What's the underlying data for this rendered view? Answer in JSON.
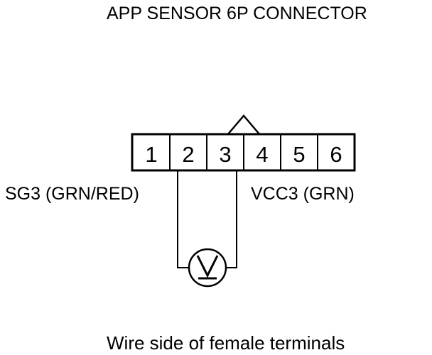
{
  "title": "APP SENSOR 6P CONNECTOR",
  "connector": {
    "pins": [
      "1",
      "2",
      "3",
      "4",
      "5",
      "6"
    ]
  },
  "wires": {
    "left_label": "SG3 (GRN/RED)",
    "right_label": "VCC3 (GRN)"
  },
  "meter": {
    "symbol": "V",
    "icon": "voltmeter-icon"
  },
  "caption": "Wire side of female terminals"
}
